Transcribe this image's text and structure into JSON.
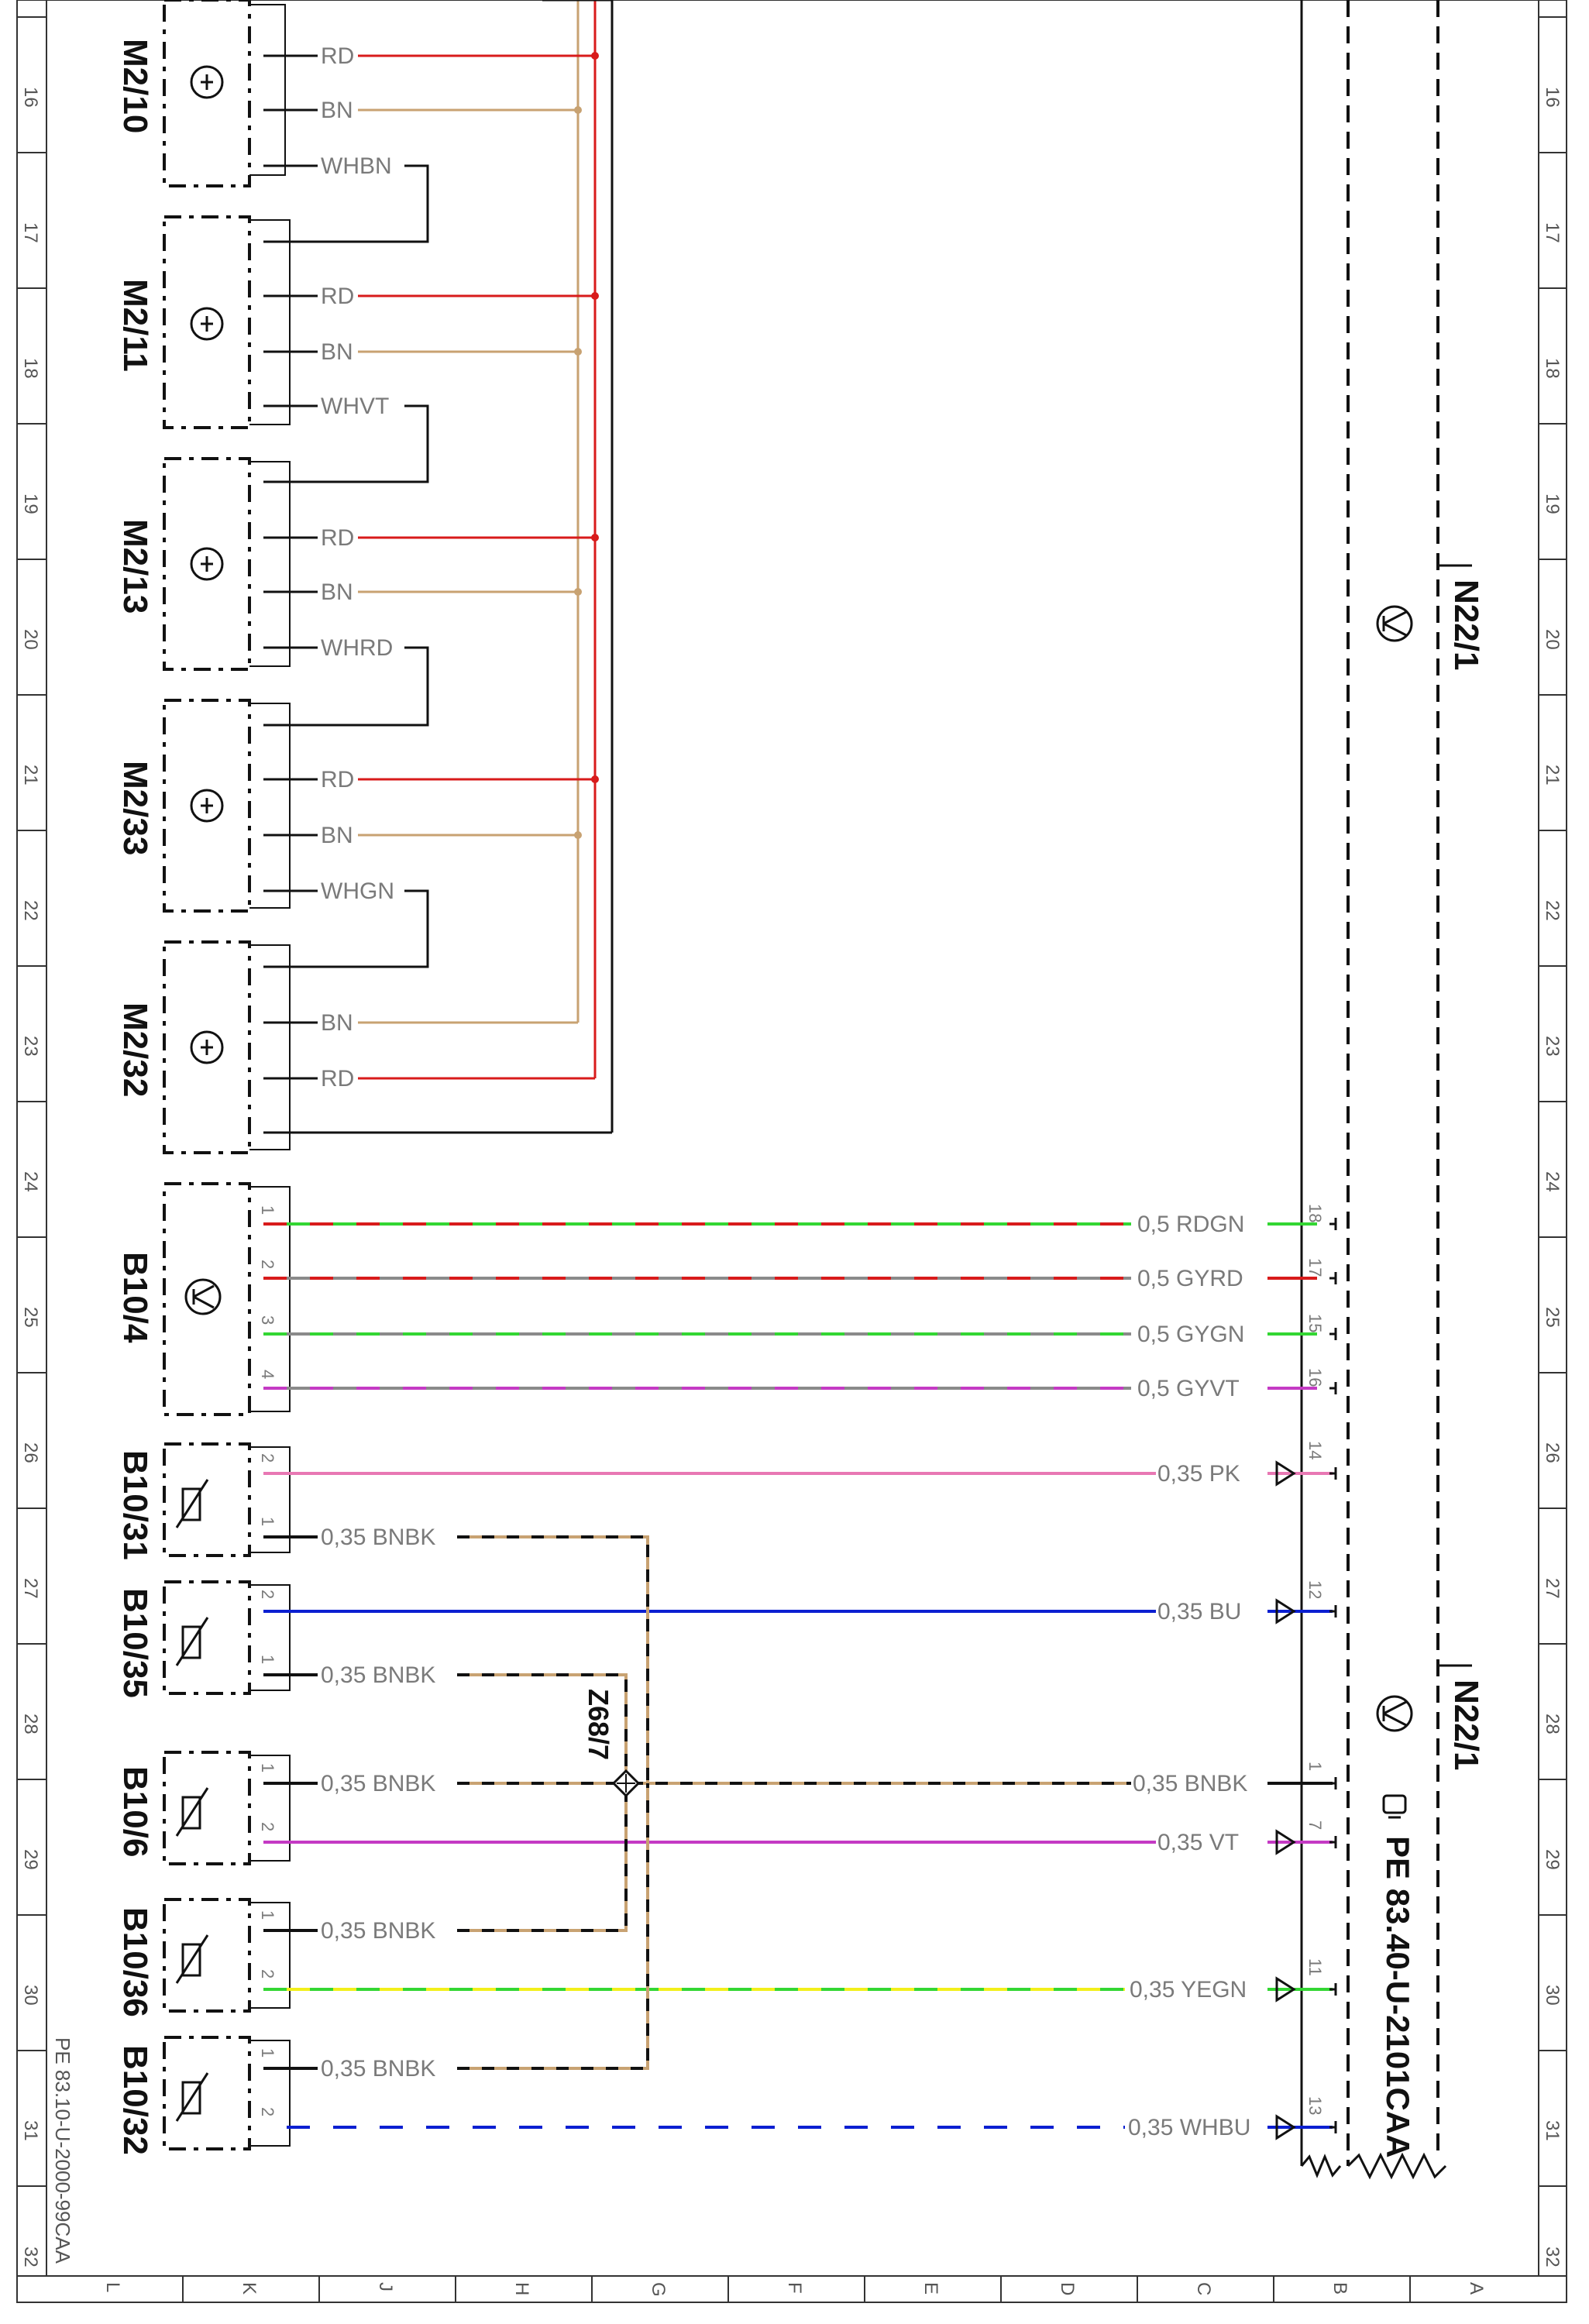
{
  "colors": {
    "RD": "#d81b1b",
    "BN": "#c8a272",
    "BK": "#111111",
    "GN": "#33d633",
    "GY": "#8a8a8a",
    "VT": "#c43ac4",
    "PK": "#e878b4",
    "BU": "#0b1fd1",
    "YE": "#f2ef1a"
  },
  "row_labels": [
    "16",
    "17",
    "18",
    "19",
    "20",
    "21",
    "22",
    "23",
    "24",
    "25",
    "26",
    "27",
    "28",
    "29",
    "30",
    "31",
    "32"
  ],
  "col_labels": [
    "L",
    "K",
    "J",
    "H",
    "G",
    "F",
    "E",
    "D",
    "C",
    "B",
    "A"
  ],
  "components": {
    "m2_10": "M2/10",
    "m2_11": "M2/11",
    "m2_13": "M2/13",
    "m2_33": "M2/33",
    "m2_32": "M2/32",
    "b10_4": "B10/4",
    "b10_31": "B10/31",
    "b10_35": "B10/35",
    "b10_6": "B10/6",
    "b10_36": "B10/36",
    "b10_32": "B10/32",
    "n22_1_top": "N22/1",
    "n22_1_bottom": "N22/1",
    "z68_7": "Z68/7"
  },
  "motor_wires": {
    "rd": "RD",
    "bn": "BN",
    "whbn": "WHBN",
    "whvt": "WHVT",
    "whrd": "WHRD",
    "whgn": "WHGN"
  },
  "sensor_wires": {
    "rdgn": "0,5 RDGN",
    "gyrd": "0,5 GYRD",
    "gygn": "0,5 GYGN",
    "gyvt": "0,5 GYVT",
    "pk": "0,35 PK",
    "bu": "0,35 BU",
    "bnbk": "0,35 BNBK",
    "vt": "0,35 VT",
    "yegn": "0,35 YEGN",
    "whbu": "0,35 WHBU"
  },
  "pins": {
    "b10_4": [
      "1",
      "2",
      "3",
      "4"
    ],
    "n22_b10_4": [
      "18",
      "17",
      "15",
      "16"
    ],
    "b10_31": [
      "2",
      "1"
    ],
    "b10_35": [
      "2",
      "1"
    ],
    "b10_6": [
      "1",
      "2"
    ],
    "b10_36": [
      "1",
      "2"
    ],
    "b10_32": [
      "1",
      "2"
    ],
    "n22_lower": [
      "14",
      "12",
      "1",
      "7",
      "11",
      "13"
    ]
  },
  "doc_ref_main": "PE 83.40-U-2101CAA",
  "doc_ref_side": "PE 83.10-U-2000-99CAA"
}
